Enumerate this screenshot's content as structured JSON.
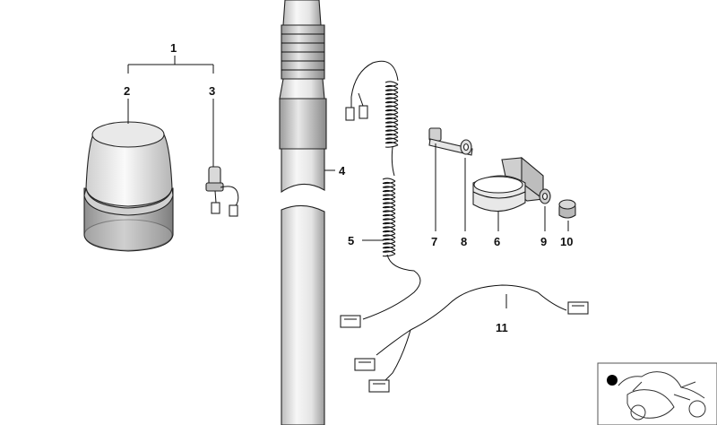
{
  "diagram": {
    "callouts": [
      {
        "id": "1",
        "label": "1"
      },
      {
        "id": "2",
        "label": "2"
      },
      {
        "id": "3",
        "label": "3"
      },
      {
        "id": "4",
        "label": "4"
      },
      {
        "id": "5",
        "label": "5"
      },
      {
        "id": "6",
        "label": "6"
      },
      {
        "id": "7",
        "label": "7"
      },
      {
        "id": "8",
        "label": "8"
      },
      {
        "id": "9",
        "label": "9"
      },
      {
        "id": "10",
        "label": "10"
      },
      {
        "id": "11",
        "label": "11"
      }
    ],
    "colors": {
      "outline": "#222222",
      "shade_light": "#f2f2f2",
      "shade_mid": "#d9d9d9",
      "shade_dark": "#a8a8a8",
      "background": "#ffffff"
    }
  }
}
